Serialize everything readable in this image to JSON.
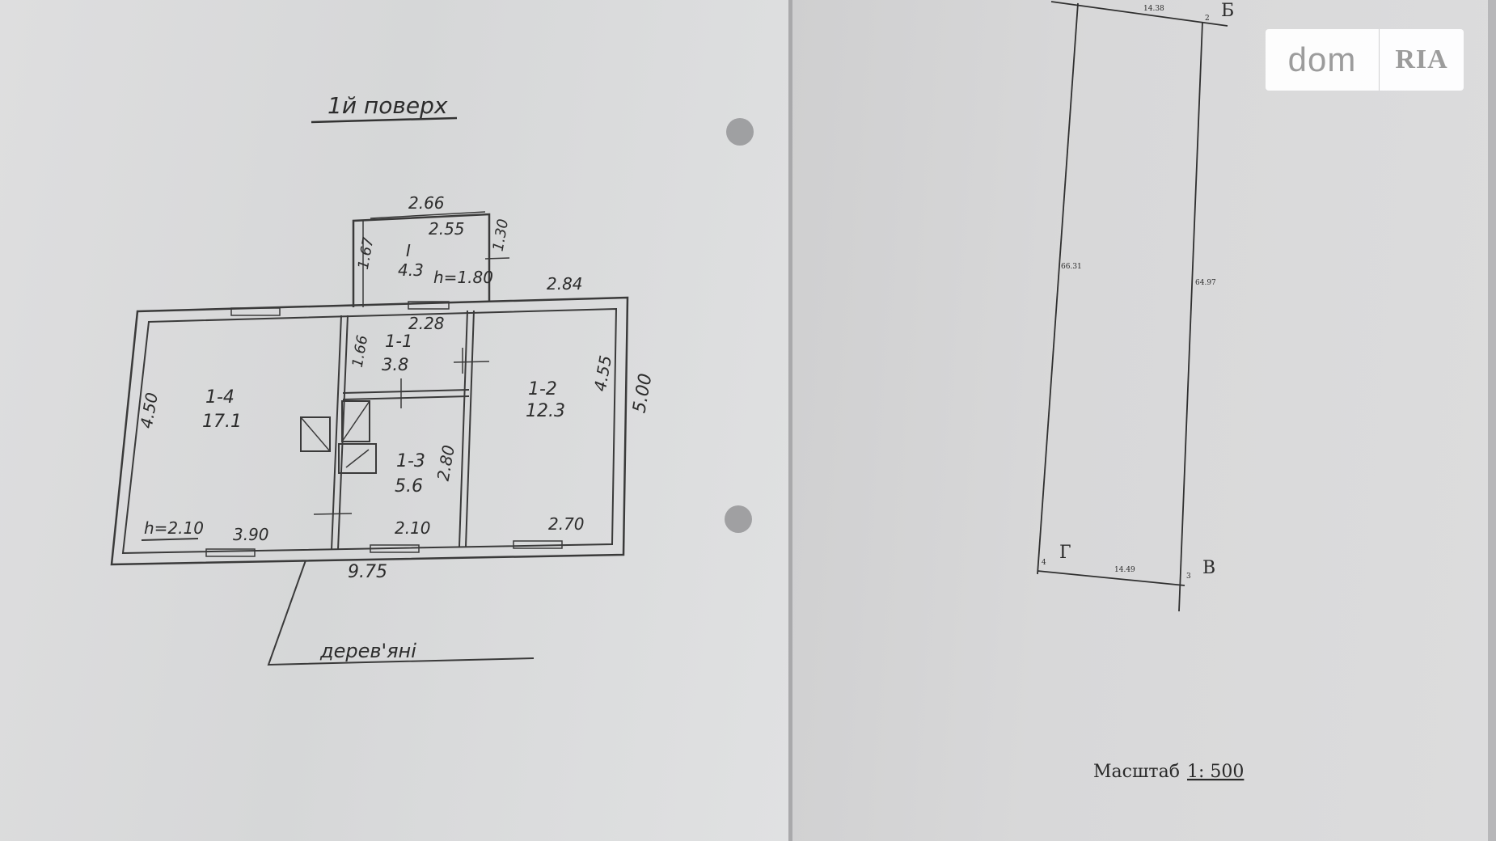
{
  "floor_plan": {
    "title": "1й поверх",
    "material_label": "дерев'яні",
    "total_length": "9.75",
    "right_height": "5.00",
    "top_right_width": "2.84",
    "rooms": [
      {
        "id": "1-4",
        "area": "17.1",
        "height_label": "h=2.10",
        "width": "3.90",
        "depth": "4.50"
      },
      {
        "id": "1-1",
        "area": "3.8",
        "width": "2.28",
        "depth": "1.66"
      },
      {
        "id": "1-3",
        "area": "5.6",
        "width": "2.10",
        "depth": "2.80"
      },
      {
        "id": "1-2",
        "area": "12.3",
        "width": "2.70",
        "depth": "4.55"
      },
      {
        "id": "I",
        "area": "4.3",
        "outer_width": "2.66",
        "inner_width": "2.55",
        "height_label": "h=1.80",
        "left_depth": "1.67",
        "right_depth": "1.30"
      }
    ]
  },
  "plot_plan": {
    "points": [
      "Б",
      "В",
      "Г"
    ],
    "point_numbers": [
      "2",
      "3",
      "4"
    ],
    "sides": {
      "top": "14.38",
      "bottom": "14.49",
      "left": "66.31",
      "right": "64.97"
    },
    "scale_label": "Масштаб",
    "scale_value": "1: 500"
  },
  "watermark": {
    "left": "dom",
    "right": "RIA"
  },
  "colors": {
    "paper": "#dcdcdd",
    "ink": "#2c2c2c",
    "watermark": "#9c9c9c"
  }
}
